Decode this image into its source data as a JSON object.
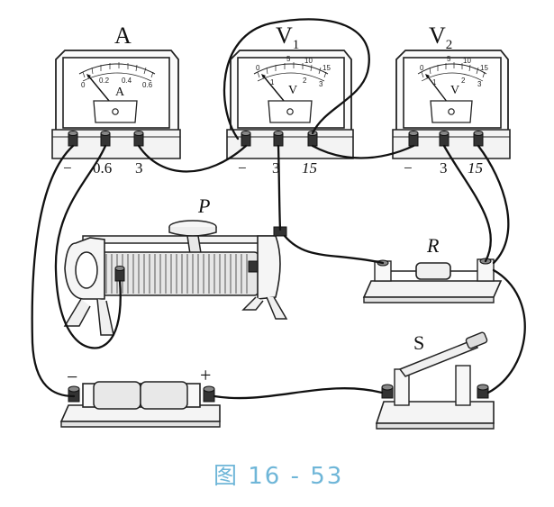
{
  "ammeter": {
    "label": "A",
    "dial_unit": "A",
    "scale_marks": [
      "0",
      "0.2",
      "0.4",
      "0.6"
    ],
    "terminals": [
      "−",
      "0.6",
      "3"
    ]
  },
  "voltmeter1": {
    "label": "V",
    "subscript": "1",
    "dial_unit": "V",
    "scale_marks": [
      "0",
      "5",
      "10",
      "15"
    ],
    "scale_marks_inner": [
      "1",
      "2",
      "3"
    ],
    "terminals": [
      "−",
      "3",
      "15"
    ]
  },
  "voltmeter2": {
    "label": "V",
    "subscript": "2",
    "dial_unit": "V",
    "scale_marks": [
      "0",
      "5",
      "10",
      "15"
    ],
    "scale_marks_inner": [
      "1",
      "2",
      "3"
    ],
    "terminals": [
      "−",
      "3",
      "15"
    ]
  },
  "rheostat": {
    "label": "P"
  },
  "resistor": {
    "label": "R"
  },
  "switch": {
    "label": "S"
  },
  "battery": {
    "minus": "−",
    "plus": "+"
  },
  "caption": "图 16 - 53"
}
